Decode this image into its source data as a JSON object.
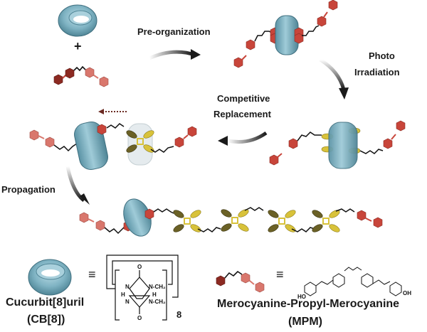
{
  "labels": {
    "pre_organization": "Pre-organization",
    "photo_irradiation_line1": "Photo",
    "photo_irradiation_line2": "Irradiation",
    "competitive_replacement_line1": "Competitive",
    "competitive_replacement_line2": "Replacement",
    "propagation": "Propagation",
    "plus": "+",
    "equiv": "≡"
  },
  "legend": {
    "cb8_name": "Cucurbit[8]uril",
    "cb8_abbr": "(CB[8])",
    "cb8_repeat": "8",
    "cb8_groups": {
      "n": "N",
      "ch2": "N-CH₂",
      "h": "H",
      "o": "O"
    },
    "mpm_name": "Merocyanine-Propyl-Merocyanine",
    "mpm_abbr": "(MPM)",
    "mpm_groups": {
      "ho": "HO",
      "oh": "OH",
      "charge": "+"
    }
  },
  "colors": {
    "cb8_ring": "#7fb3c3",
    "cb8_dark": "#4f8596",
    "merocyanine_dark": "#8c2a22",
    "merocyanine_mid": "#c8453a",
    "merocyanine_light": "#d9776d",
    "dimer_yellow": "#d8c23a",
    "dimer_olive": "#6b6126",
    "linker": "#111111",
    "arrow": "#222222"
  }
}
